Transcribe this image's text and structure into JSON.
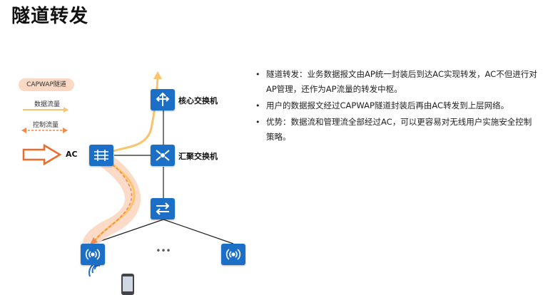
{
  "slide": {
    "title": "隧道转发"
  },
  "legend": {
    "capwap_tunnel": "CAPWAP隧道",
    "data_flow": "数据流量",
    "control_flow": "控制流量"
  },
  "diagram": {
    "ac_label": "AC",
    "core_switch_label": "核心交换机",
    "agg_switch_label": "汇聚交换机",
    "ellipsis": "•••",
    "colors": {
      "device_blue": "#1b6fc7",
      "data_flow": "#fbc36a",
      "control_flow": "#f08a4b",
      "tunnel": "#fbd8c4",
      "ac_arrow": "#f06a2a"
    }
  },
  "bullets": [
    "隧道转发：业务数据报文由AP统一封装后到达AC实现转发，AC不但进行对AP管理，还作为AP流量的转发中枢。",
    "用户的数据报文经过CAPWAP隧道封装后再由AC转发到上层网络。",
    "优势：数据流和管理流全部经过AC，可以更容易对无线用户实施安全控制策略。"
  ],
  "bullet_symbol": "•"
}
